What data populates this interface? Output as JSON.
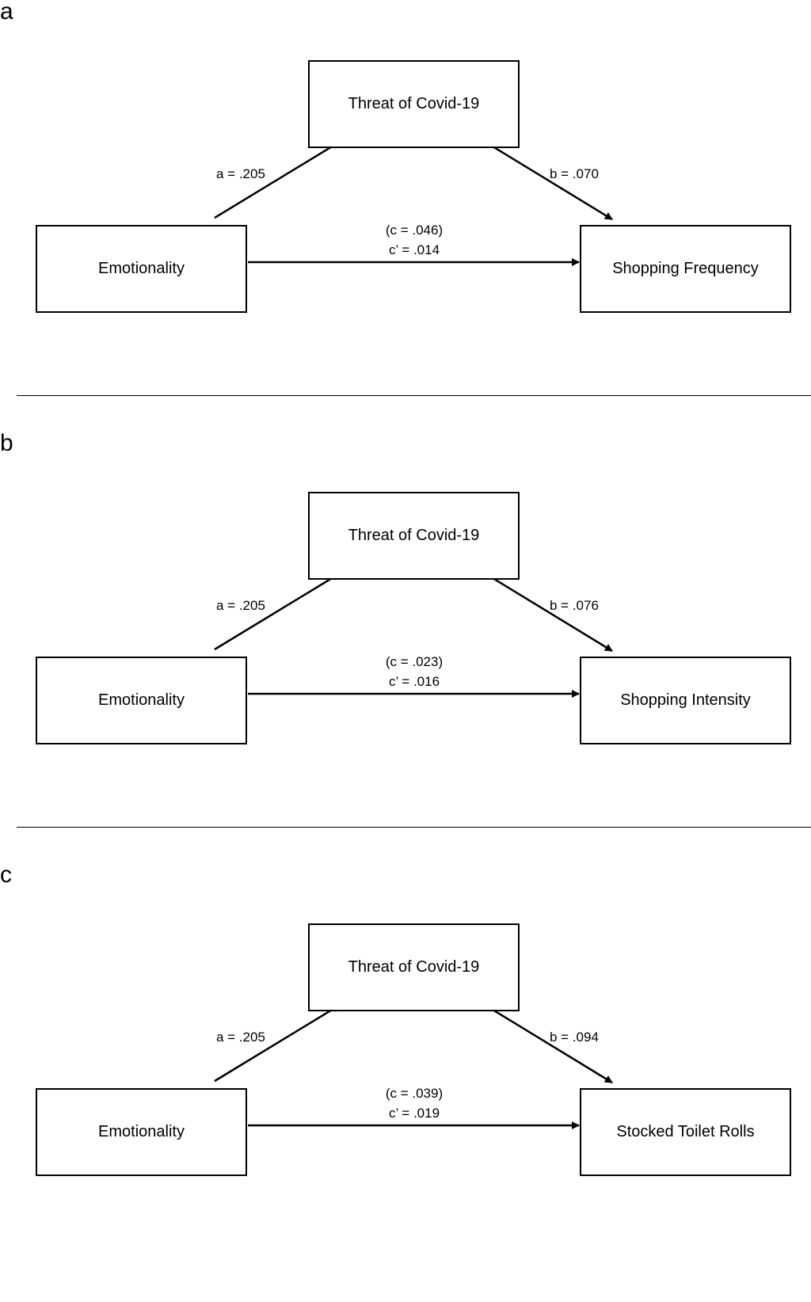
{
  "panels": [
    {
      "letter": "a",
      "mediator": "Threat of Covid-19",
      "predictor": "Emotionality",
      "outcome": "Shopping Frequency",
      "path_a": "a = .205",
      "path_b": "b = .070",
      "path_c_total": "(c = .046)",
      "path_c_direct": "c’ = .014"
    },
    {
      "letter": "b",
      "mediator": "Threat of Covid-19",
      "predictor": "Emotionality",
      "outcome": "Shopping Intensity",
      "path_a": "a = .205",
      "path_b": "b = .076",
      "path_c_total": "(c = .023)",
      "path_c_direct": "c’ = .016"
    },
    {
      "letter": "c",
      "mediator": "Threat of Covid-19",
      "predictor": "Emotionality",
      "outcome": "Stocked Toilet Rolls",
      "path_a": "a = .205",
      "path_b": "b = .094",
      "path_c_total": "(c = .039)",
      "path_c_direct": "c’ = .019"
    }
  ]
}
